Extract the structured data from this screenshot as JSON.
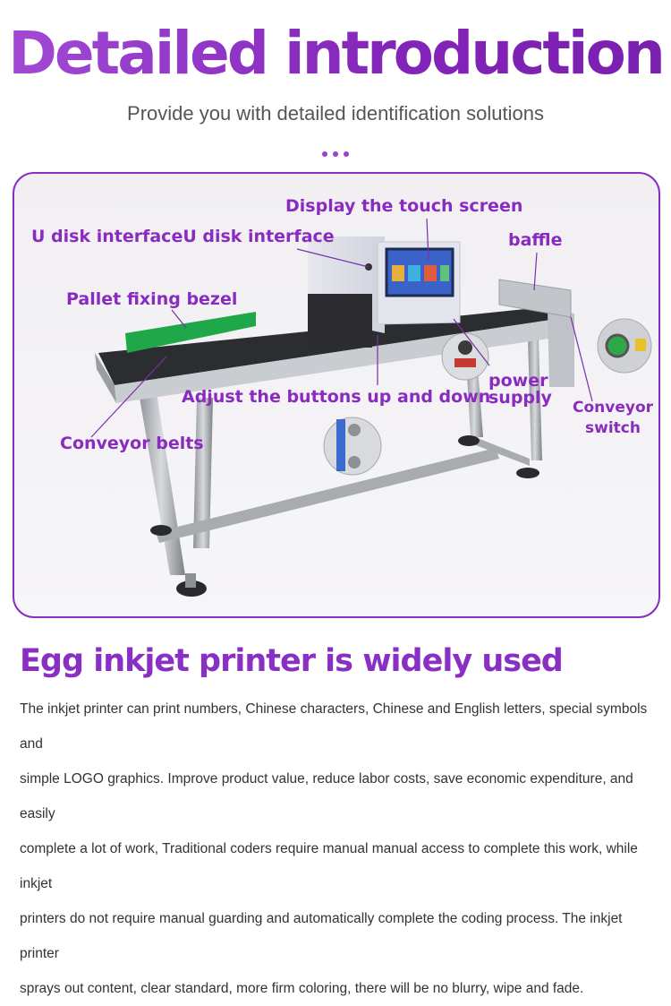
{
  "header": {
    "title": "Detailed introduction",
    "subtitle": "Provide you with detailed identification solutions"
  },
  "diagram": {
    "labels": {
      "display": "Display the touch screen",
      "usb": "U disk interfaceU disk interface",
      "baffle": "baffle",
      "bezel": "Pallet fixing bezel",
      "adjust": "Adjust the buttons up and down",
      "power_line1": "power",
      "power_line2": "supply",
      "switch_line1": "Conveyor",
      "switch_line2": "switch",
      "belts": "Conveyor belts"
    }
  },
  "section": {
    "title": "Egg inkjet printer is widely used",
    "lines": [
      "The inkjet printer can print numbers, Chinese characters, Chinese and English letters, special symbols and",
      "simple LOGO graphics. Improve product value, reduce labor costs, save economic expenditure, and easily",
      "complete a lot of work, Traditional coders require manual manual access to complete this work, while inkjet",
      "printers do not  require manual guarding and automatically complete the coding process. The inkjet printer",
      "sprays out content, clear standard, more firm coloring, there will be no blurry, wipe and fade."
    ]
  },
  "colors": {
    "accent": "#8a2fc4",
    "belt": "#2b2d30",
    "bezel": "#1fa84a"
  }
}
